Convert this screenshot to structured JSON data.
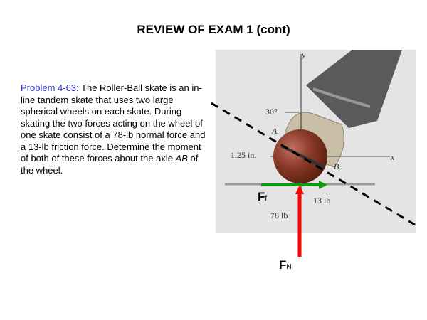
{
  "title": "REVIEW OF EXAM 1 (cont)",
  "problem": {
    "number": "Problem 4-63:",
    "text_before_italic": " The Roller-Ball skate is an in-line tandem skate that uses two large spherical wheels on each skate.  During skating the two forces acting on the wheel of one skate consist of a 78-lb normal force and a 13-lb friction force.  Determine the moment of both of these forces about the axle ",
    "italic": "AB",
    "text_after_italic": " of the wheel."
  },
  "figure": {
    "angle": "30°",
    "radius": "1.25 in.",
    "point_a": "A",
    "point_b": "B",
    "axis_x": "x",
    "axis_y": "y",
    "friction_value": "13 lb",
    "normal_value": "78 lb",
    "ff_main": "F",
    "ff_sub": "f",
    "fn_main": "F",
    "fn_sub": "N",
    "colors": {
      "friction_arrow": "#119911",
      "normal_arrow": "#ff0000"
    }
  }
}
